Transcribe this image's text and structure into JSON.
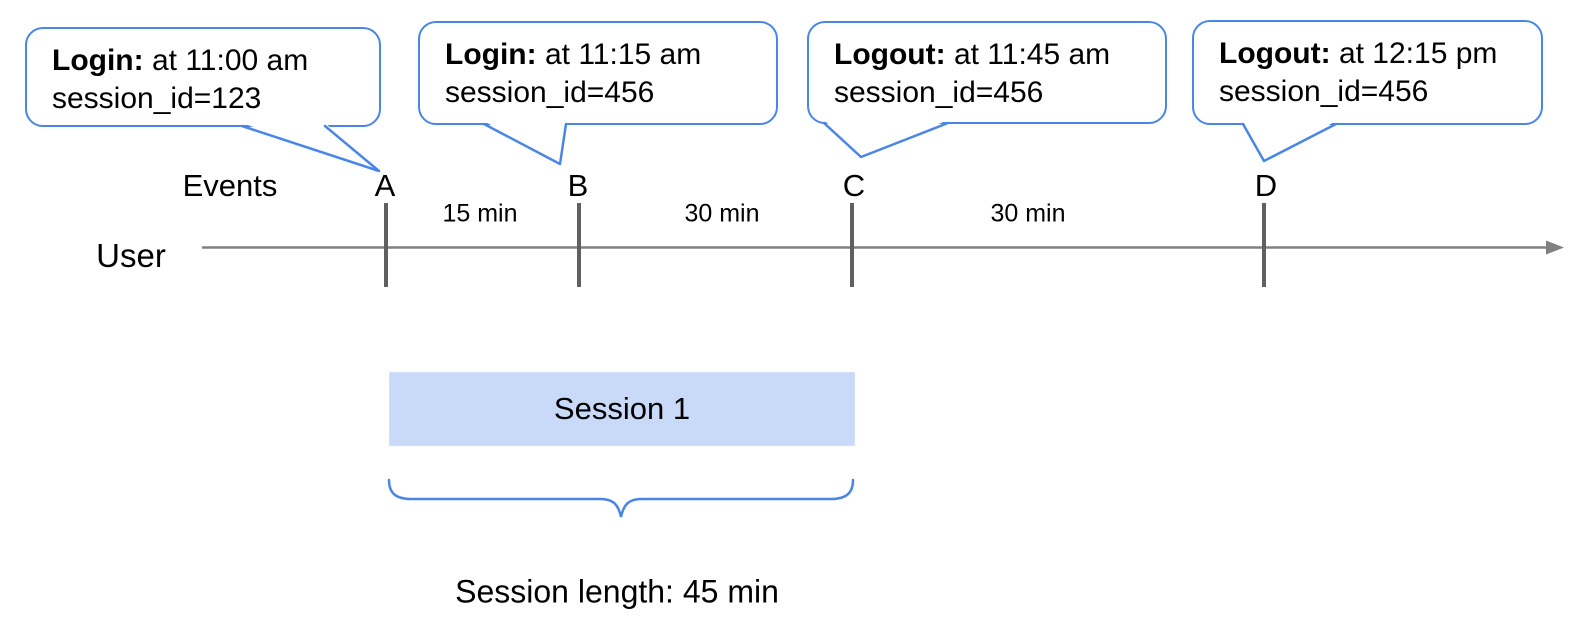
{
  "bubbles": [
    {
      "event": "Login:",
      "time": "at 11:00 am",
      "session": "session_id=123"
    },
    {
      "event": "Login:",
      "time": "at 11:15 am",
      "session": "session_id=456"
    },
    {
      "event": "Logout:",
      "time": "at 11:45 am",
      "session": "session_id=456"
    },
    {
      "event": "Logout:",
      "time": "at 12:15 pm",
      "session": "session_id=456"
    }
  ],
  "timeline": {
    "events_label": "Events",
    "user_label": "User",
    "letters": [
      "A",
      "B",
      "C",
      "D"
    ],
    "intervals": [
      "15 min",
      "30 min",
      "30 min"
    ]
  },
  "session": {
    "label": "Session 1",
    "length": "Session length: 45 min"
  },
  "colors": {
    "blue": "#4a86e8",
    "session_fill": "#c9daf8",
    "line_gray": "#808080",
    "tick_gray": "#606060"
  }
}
